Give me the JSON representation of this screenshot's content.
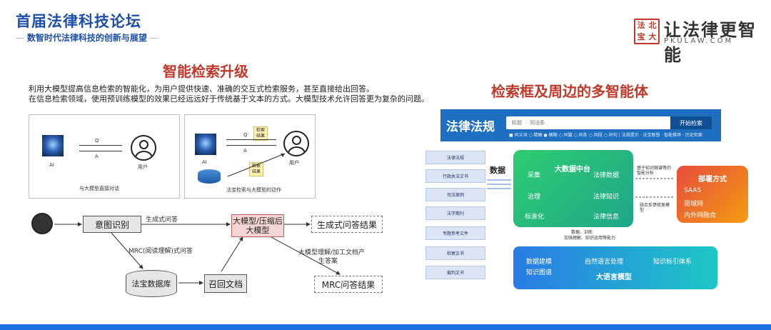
{
  "header": {
    "conference_title": "首届法律科技论坛",
    "conference_subtitle": "数智时代法律科技的创新与展望",
    "brand_seal": [
      "法",
      "北",
      "宝",
      "大"
    ],
    "brand_slogan": "让法律更智能",
    "brand_url": "PKULAW.COM"
  },
  "left": {
    "title": "智能检索升级",
    "intro_line1": "利用大模型提高信息检索的智能化，为用户提供快速、准确的交互式检索服务，甚至直接给出回答。",
    "intro_line2": "在信息检索领域，使用预训练模型的效果已经远远好于传统基于文本的方式。大模型技术允许回答更为复杂的问题。",
    "panel1": {
      "ai_label": "AI",
      "user_label": "用户",
      "q": "Q",
      "a": "A",
      "caption": "与大模型直接对话"
    },
    "panel2": {
      "ai_label": "AI",
      "user_label": "用户",
      "q": "Q",
      "a": "A",
      "tag1": "检索结果",
      "tag2": "检索结果",
      "caption": "法宝检索与大模型的动作"
    },
    "flow": {
      "intent": "意图识别",
      "llm": "大模型/压缩后大模型",
      "gen_result": "生成式问答结果",
      "db": "法宝数据库",
      "recall": "召回文档",
      "mrc_result": "MRC问答结果",
      "label_gen": "生成式问答",
      "label_mrc": "MRC(阅读理解)式问答",
      "label_llm_mrc_1": "大模型理解/加工文档产",
      "label_llm_mrc_2": "生答案"
    }
  },
  "right": {
    "title": "检索框及周边的多智能体",
    "search": {
      "name": "法律法规",
      "placeholder": "标题  ·  同法条",
      "button": "开始检索",
      "filters": "■ 同义词  ○ 精确  ● 模糊  ○ 同篇  ○ 同条  ○ 同段  ○ 同句  |  法规提示 · 法宝联想 · 智能推荐 · 历史检索"
    },
    "sources": [
      "法律法规",
      "行政执法文书",
      "司法案例",
      "法学期刊",
      "专题参考文件",
      "检察文书",
      "裁判文书"
    ],
    "data_label": "数据",
    "bigdata": {
      "title": "大数据中台",
      "left_items": [
        "采集",
        "治理",
        "标准化"
      ],
      "right_items": [
        "法律数据",
        "法律知识",
        "法律信息"
      ]
    },
    "note_top": "基于知识图谱等的智能分析",
    "note_mid": "结合反馈修复模型",
    "note_low_1": "数据、训练",
    "note_low_2": "加强理解、知识运用等能力",
    "deploy": {
      "title": "部署方式",
      "items": [
        "SAAS",
        "局域网",
        "内外网融合"
      ]
    },
    "llm": {
      "title": "大语言模型",
      "items": [
        "数据建模",
        "自然语言处理",
        "知识标引体系",
        "知识图谱"
      ]
    }
  }
}
